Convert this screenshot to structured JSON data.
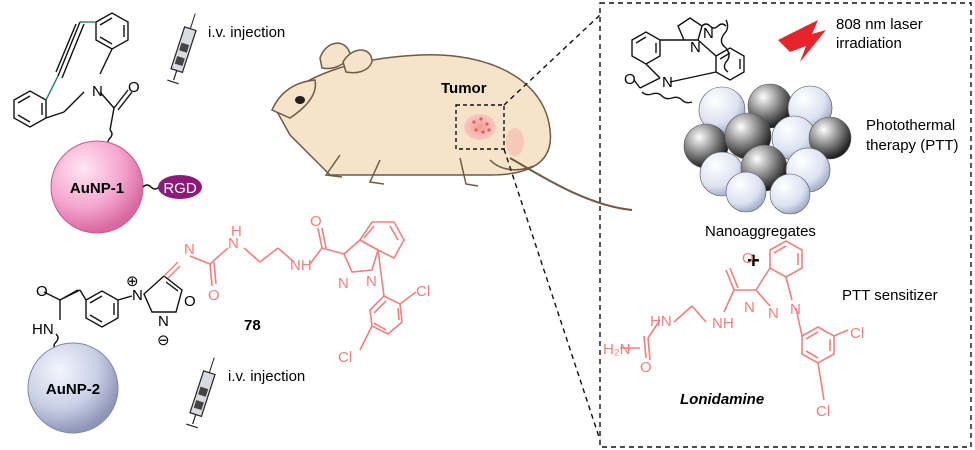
{
  "labels": {
    "injection_top": "i.v. injection",
    "injection_bottom": "i.v. injection",
    "tumor": "Tumor",
    "laser_line1": "808 nm laser",
    "laser_line2": "irradiation",
    "ptt_line1": "Photothermal",
    "ptt_line2": "therapy  (PTT)",
    "nanoaggregates": "Nanoaggregates",
    "plus": "+",
    "ptt_sensitizer": "PTT sensitizer",
    "lonidamine": "Lonidamine",
    "compound_number": "78"
  },
  "particles": {
    "aunp1": "AuNP-1",
    "aunp2": "AuNP-2",
    "rgd": "RGD"
  },
  "atoms": {
    "N": "N",
    "O": "O",
    "HN": "HN",
    "NH": "NH",
    "N_H": "H",
    "Cl": "Cl",
    "H2N": "H₂N",
    "plus_charge": "⊕",
    "minus_charge": "⊖"
  },
  "colors": {
    "drug": "#f08080",
    "aunp1_fill": "#f5a6cf",
    "aunp2_fill": "#c9d0e6",
    "rgd_fill": "#8b1a7a",
    "mouse_fill": "#f6e3c9",
    "mouse_stroke": "#6e5a45",
    "laser": "#e8232a"
  }
}
